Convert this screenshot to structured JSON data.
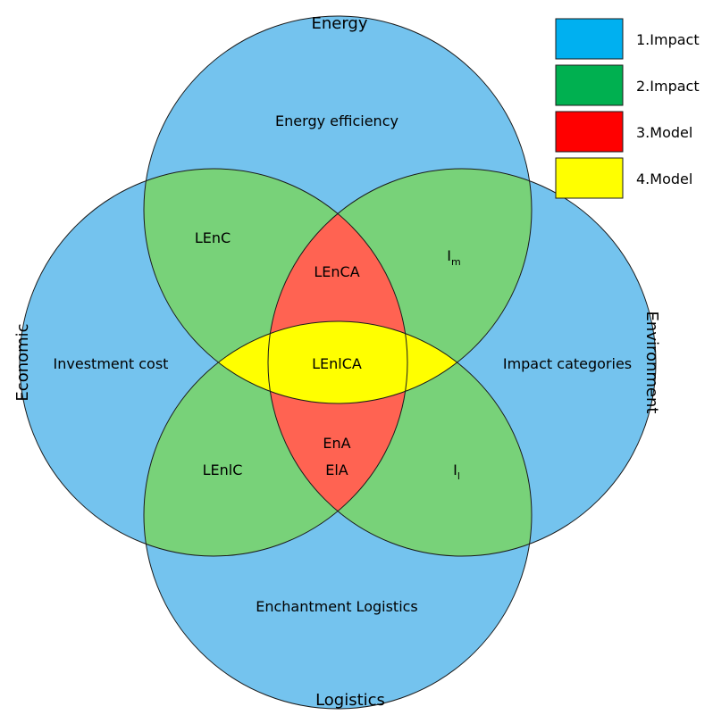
{
  "colors": {
    "outer": "#74C3EE",
    "pair": "#78D279",
    "triple": "#FF6352",
    "center": "#FFFF00",
    "stroke": "#1a1a1a"
  },
  "circles": {
    "top": "Energy",
    "left": "Economic",
    "right": "Environment",
    "bottom": "Logistics"
  },
  "regions": {
    "energy_only": "Energy efficiency",
    "economic_only": "Investment cost",
    "environment_only": "Impact categories",
    "logistics_only": "Enchantment Logistics",
    "energy_economic": "LEnC",
    "energy_environment_base": "I",
    "energy_environment_sub": "m",
    "economic_logistics": "LEnlC",
    "environment_logistics_base": "I",
    "environment_logistics_sub": "l",
    "triple_top": "LEnCA",
    "center": "LEnlCA",
    "triple_bottom_1": "EnA",
    "triple_bottom_2": "ElA"
  },
  "legend": [
    {
      "label": "1.Impact",
      "color": "#00B0F0"
    },
    {
      "label": "2.Impact",
      "color": "#00B050"
    },
    {
      "label": "3.Model",
      "color": "#FF0000"
    },
    {
      "label": "4.Model",
      "color": "#FFFF00"
    }
  ]
}
